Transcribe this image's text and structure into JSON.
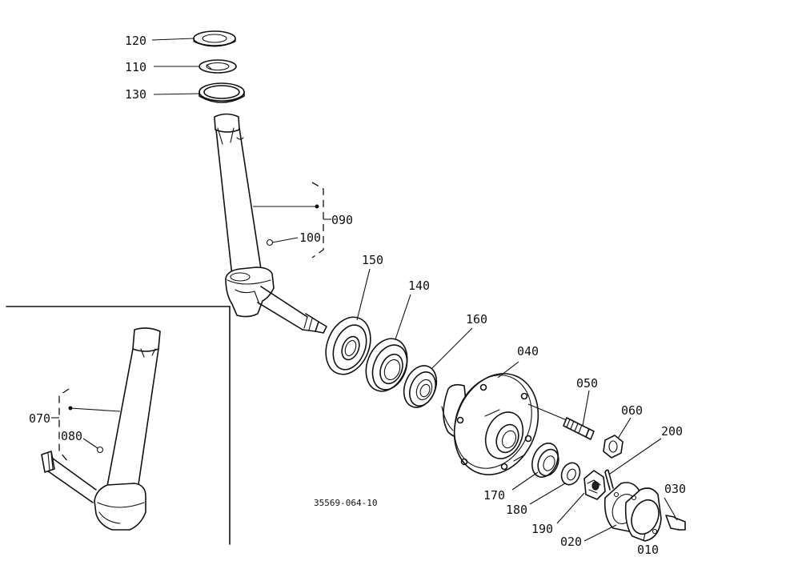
{
  "reference_number": "35569-064-10",
  "labels": {
    "p010": "010",
    "p020": "020",
    "p030": "030",
    "p040": "040",
    "p050": "050",
    "p060": "060",
    "p070": "070",
    "p080": "080",
    "p090": "090",
    "p100": "100",
    "p110": "110",
    "p120": "120",
    "p130": "130",
    "p140": "140",
    "p150": "150",
    "p160": "160",
    "p170": "170",
    "p180": "180",
    "p190": "190",
    "p200": "200"
  }
}
